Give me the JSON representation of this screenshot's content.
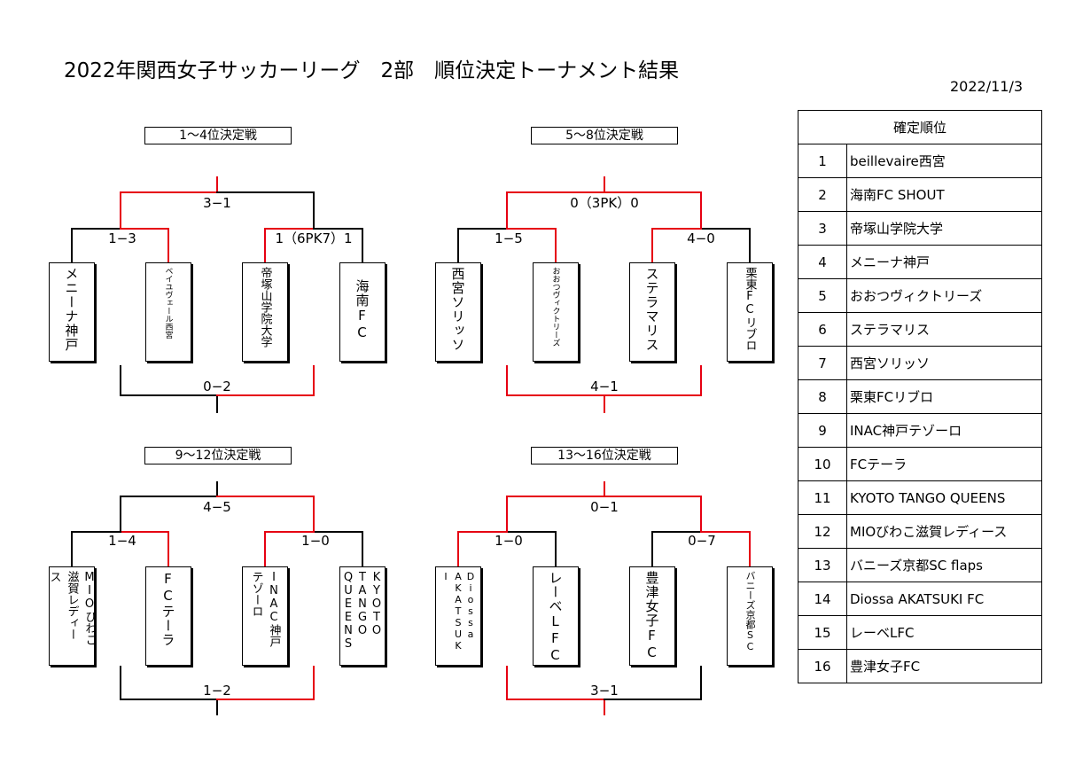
{
  "title": "2022年関西女子サッカーリーグ　2部　順位決定トーナメント結果",
  "date": "2022/11/3",
  "colors": {
    "winner_line": "#e60012",
    "loser_line": "#000000"
  },
  "sections": {
    "s1_4": {
      "label": "1〜4位決定戦",
      "final_score": "3−1",
      "semi1_score": "1−3",
      "semi2_score": "1（6PK7）1",
      "third_score": "0−2",
      "teams": {
        "t1": [
          "メニーナ神戸"
        ],
        "t2": [
          "ベイユヴェール西宮"
        ],
        "t3": [
          "帝塚山学院大学"
        ],
        "t4": [
          "海南FC"
        ]
      }
    },
    "s5_8": {
      "label": "5〜8位決定戦",
      "final_score": "0（3PK）0",
      "semi1_score": "1−5",
      "semi2_score": "4−0",
      "third_score": "4−1",
      "teams": {
        "t1": [
          "西宮ソリッソ"
        ],
        "t2": [
          "おおつヴィクトリーズ"
        ],
        "t3": [
          "ステラマリス"
        ],
        "t4": [
          "栗東FCリブロ"
        ]
      }
    },
    "s9_12": {
      "label": "9〜12位決定戦",
      "final_score": "4−5",
      "semi1_score": "1−4",
      "semi2_score": "1−0",
      "third_score": "1−2",
      "teams": {
        "t1": [
          "MIOびわこ",
          "滋賀レディー",
          "ス"
        ],
        "t2": [
          "FCテーラ"
        ],
        "t3": [
          "INAC神戸",
          "テゾーロ"
        ],
        "t4": [
          "KYOTO",
          "TANGO",
          "QUEENS"
        ]
      }
    },
    "s13_16": {
      "label": "13〜16位決定戦",
      "final_score": "0−1",
      "semi1_score": "1−0",
      "semi2_score": "0−7",
      "third_score": "3−1",
      "teams": {
        "t1": [
          "Diossa",
          "AKATSUK",
          "I"
        ],
        "t2": [
          "レーベLFC"
        ],
        "t3": [
          "豊津女子FC"
        ],
        "t4": [
          "バニーズ京都SC"
        ]
      }
    }
  },
  "ranking": {
    "header": "確定順位",
    "rows": [
      {
        "rank": "1",
        "team": "beillevaire西宮"
      },
      {
        "rank": "2",
        "team": "海南FC SHOUT"
      },
      {
        "rank": "3",
        "team": "帝塚山学院大学"
      },
      {
        "rank": "4",
        "team": "メニーナ神戸"
      },
      {
        "rank": "5",
        "team": "おおつヴィクトリーズ"
      },
      {
        "rank": "6",
        "team": "ステラマリス"
      },
      {
        "rank": "7",
        "team": "西宮ソリッソ"
      },
      {
        "rank": "8",
        "team": "栗東FCリブロ"
      },
      {
        "rank": "9",
        "team": "INAC神戸テゾーロ"
      },
      {
        "rank": "10",
        "team": "FCテーラ"
      },
      {
        "rank": "11",
        "team": "KYOTO TANGO QUEENS"
      },
      {
        "rank": "12",
        "team": "MIOびわこ滋賀レディース"
      },
      {
        "rank": "13",
        "team": "バニーズ京都SC flaps"
      },
      {
        "rank": "14",
        "team": "Diossa AKATSUKI FC"
      },
      {
        "rank": "15",
        "team": "レーベLFC"
      },
      {
        "rank": "16",
        "team": "豊津女子FC"
      }
    ]
  }
}
